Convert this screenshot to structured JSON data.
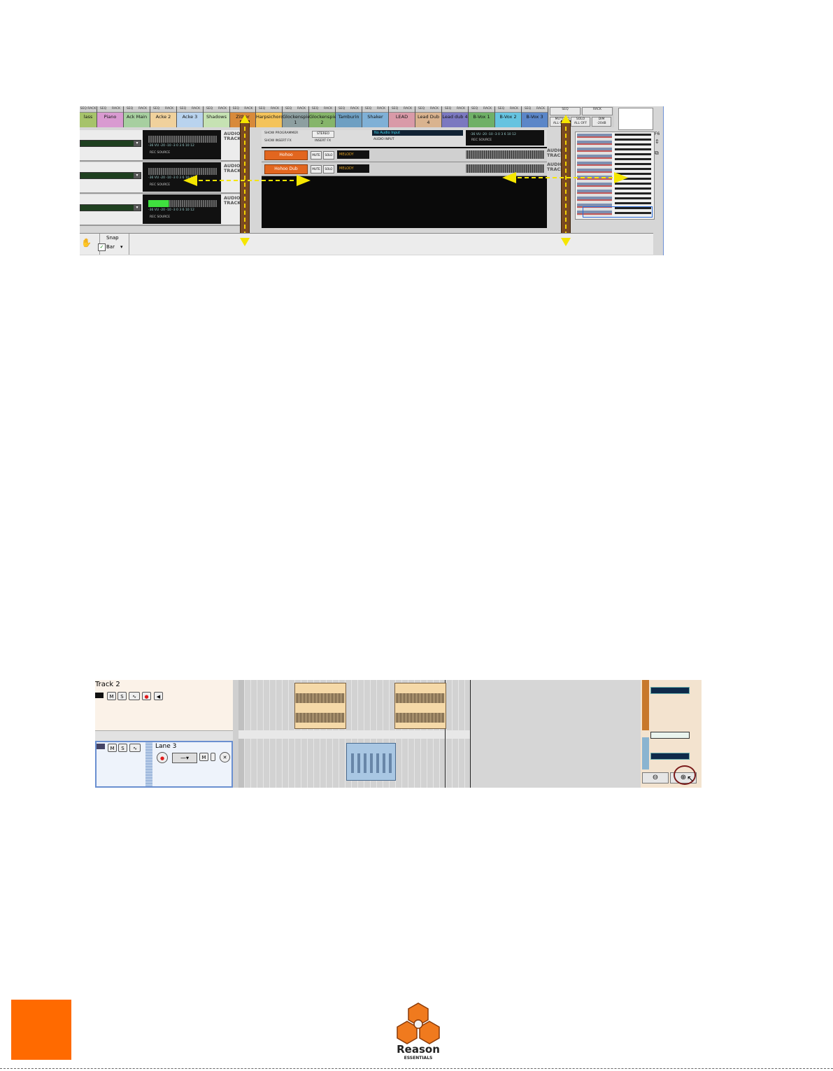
{
  "screenshot1": {
    "channels": [
      {
        "name": "lass",
        "color": "#a6c36a"
      },
      {
        "name": "Piano",
        "color": "#d99ad1"
      },
      {
        "name": "Ack Main",
        "color": "#a7cfa0"
      },
      {
        "name": "Acke 2",
        "color": "#f0d19c"
      },
      {
        "name": "Acke 3",
        "color": "#b9d3ee"
      },
      {
        "name": "Shadows",
        "color": "#c6e2b3"
      },
      {
        "name": "Zither",
        "color": "#d88a3a"
      },
      {
        "name": "Harpsichord",
        "color": "#f4c35a"
      },
      {
        "name": "Glockenspiel\n1",
        "color": "#8d9fa0"
      },
      {
        "name": "Glockenspiel\n2",
        "color": "#86b56a"
      },
      {
        "name": "Tamburin",
        "color": "#6e9fc2"
      },
      {
        "name": "Shaker",
        "color": "#7fb0d6"
      },
      {
        "name": "LEAD",
        "color": "#d99aa8"
      },
      {
        "name": "Lead Dub 4",
        "color": "#d9b38f"
      },
      {
        "name": "Lead dub 4",
        "color": "#7b78c0"
      },
      {
        "name": "B-Vox 1",
        "color": "#6fb067"
      },
      {
        "name": "B-Vox 2",
        "color": "#66c3e0"
      },
      {
        "name": "B-Vox 3",
        "color": "#5b86c8"
      }
    ],
    "channel_small_labels": {
      "seq": "SEQ",
      "rack": "RACK"
    },
    "master_controls": {
      "seq": "SEQ",
      "rack": "RACK",
      "mute_all_off": "MUTE\nALL OFF",
      "solo_all_off": "SOLO\nALL OFF",
      "dim": "DIM\n-20dB"
    },
    "track_meter": {
      "scale": "-36  VU  -20  -10   -3    0    3  6 10 12",
      "rec_source": "REC SOURCE",
      "type_label": "AUDIO\nTRACK"
    },
    "rack_header": {
      "show_programmer": "SHOW PROGRAMMER",
      "show_insert_fx": "SHOW INSERT FX",
      "stereo": "STEREO",
      "insert_fx": "INSERT FX",
      "audio_input_value": "No Audio Input",
      "audio_input_label": "AUDIO INPUT"
    },
    "devices": [
      {
        "name": "Hohoo",
        "mute": "MUTE",
        "solo": "SOLO",
        "patch": "MELODY"
      },
      {
        "name": "Hohoo Dub",
        "mute": "MUTE",
        "solo": "SOLO",
        "patch": "MELODY"
      }
    ],
    "device_type_label": "AUDIO\nTRACK",
    "nav_key": "F6",
    "snap": {
      "label": "Snap",
      "value": "Bar",
      "checked": true
    }
  },
  "screenshot2": {
    "track2": {
      "name": "Track 2",
      "buttons": [
        "M",
        "S"
      ]
    },
    "lane3": {
      "name": "Lane 3",
      "buttons": [
        "M",
        "S"
      ]
    },
    "zoom_out_icon": "magnifier-minus-icon",
    "zoom_in_icon": "magnifier-plus-icon"
  },
  "footer": {
    "logo_name": "Reason",
    "logo_sub": "ESSENTIALS",
    "accent": "#ff6a00"
  }
}
